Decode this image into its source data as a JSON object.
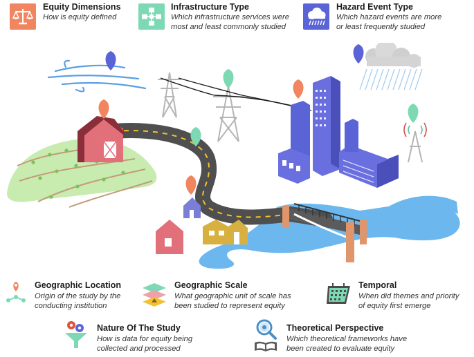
{
  "legend_top": [
    {
      "id": "equity",
      "title": "Equity Dimensions",
      "desc": [
        "How is equity defined"
      ],
      "icon": "scales-icon",
      "color": "#f08560"
    },
    {
      "id": "infra",
      "title": "Infrastructure Type",
      "desc": [
        "Which infrastructure services were",
        "most and least commonly studied"
      ],
      "icon": "network-nodes-icon",
      "color": "#7dd9b4"
    },
    {
      "id": "hazard",
      "title": "Hazard Event Type",
      "desc": [
        "Which hazard events are more",
        "or least frequently studied"
      ],
      "icon": "rain-cloud-icon",
      "color": "#5b64d6"
    }
  ],
  "legend_bottom": [
    {
      "id": "geoloc",
      "title": "Geographic Location",
      "desc": [
        "Origin of the study by the",
        "conducting institution"
      ],
      "icon": "location-network-icon"
    },
    {
      "id": "geoscale",
      "title": "Geographic Scale",
      "desc": [
        "What geographic unit of scale has",
        "been studied to represent equity"
      ],
      "icon": "layered-scale-icon"
    },
    {
      "id": "temporal",
      "title": "Temporal",
      "desc": [
        "When did themes and priority",
        "of equity first emerge"
      ],
      "icon": "calendar-icon"
    },
    {
      "id": "nature",
      "title": "Nature Of The Study",
      "desc": [
        "How is data for equity being",
        "collected and processed"
      ],
      "icon": "funnel-gears-icon"
    },
    {
      "id": "theory",
      "title": "Theoretical Perspective",
      "desc": [
        "Which theoretical frameworks have",
        "been created to evaluate equity"
      ],
      "icon": "magnifier-book-icon"
    }
  ],
  "colors": {
    "orange_pin": "#f08560",
    "green_pin": "#7dd9b4",
    "blue_pin": "#5b64d6",
    "water": "#6cb8ee",
    "road": "#4f4f4f",
    "road_dash": "#f2c230",
    "building": "#6a6fe0",
    "barn": "#e2707a",
    "hill": "#c8ebb0"
  }
}
